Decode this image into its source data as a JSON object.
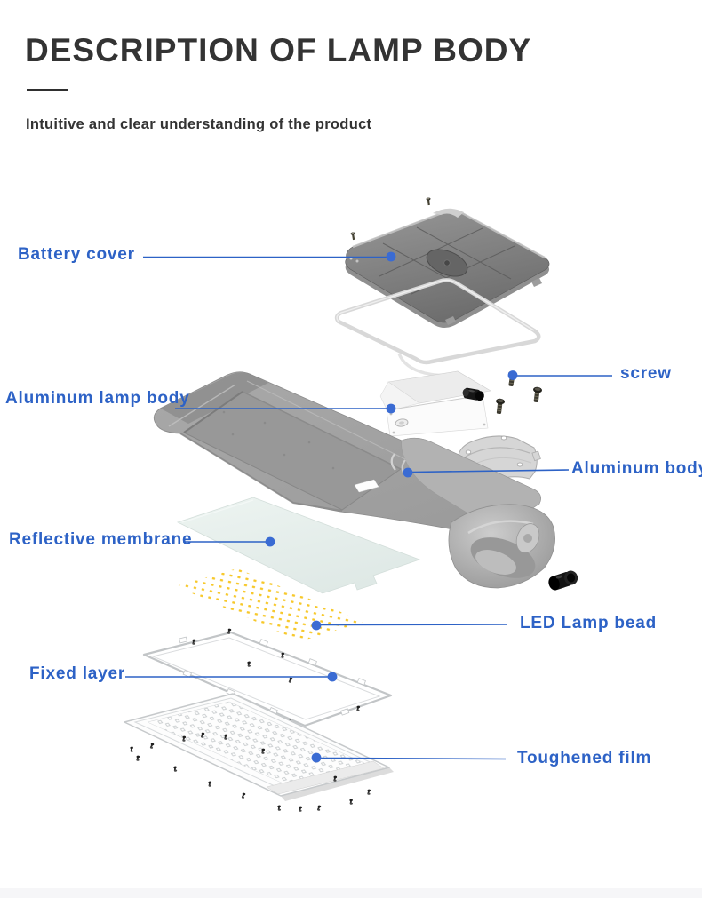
{
  "header": {
    "title": "DESCRIPTION OF LAMP BODY",
    "subtitle": "Intuitive and clear understanding of the product"
  },
  "colors": {
    "label_blue": "#2d62c6",
    "leader_dot_blue": "#3a6bd3",
    "led_yellow": "#f7c829",
    "heading_dark": "#333333"
  },
  "diagram": {
    "labels": [
      {
        "id": "battery-cover",
        "text": "Battery cover"
      },
      {
        "id": "screw",
        "text": "screw"
      },
      {
        "id": "aluminum-lamp-body",
        "text": "Aluminum lamp body"
      },
      {
        "id": "aluminum-body",
        "text": "Aluminum body"
      },
      {
        "id": "reflective-membrane",
        "text": "Reflective membrane"
      },
      {
        "id": "led-lamp-bead",
        "text": "LED Lamp bead"
      },
      {
        "id": "fixed-layer",
        "text": "Fixed layer"
      },
      {
        "id": "toughened-film",
        "text": "Toughened film"
      }
    ]
  }
}
